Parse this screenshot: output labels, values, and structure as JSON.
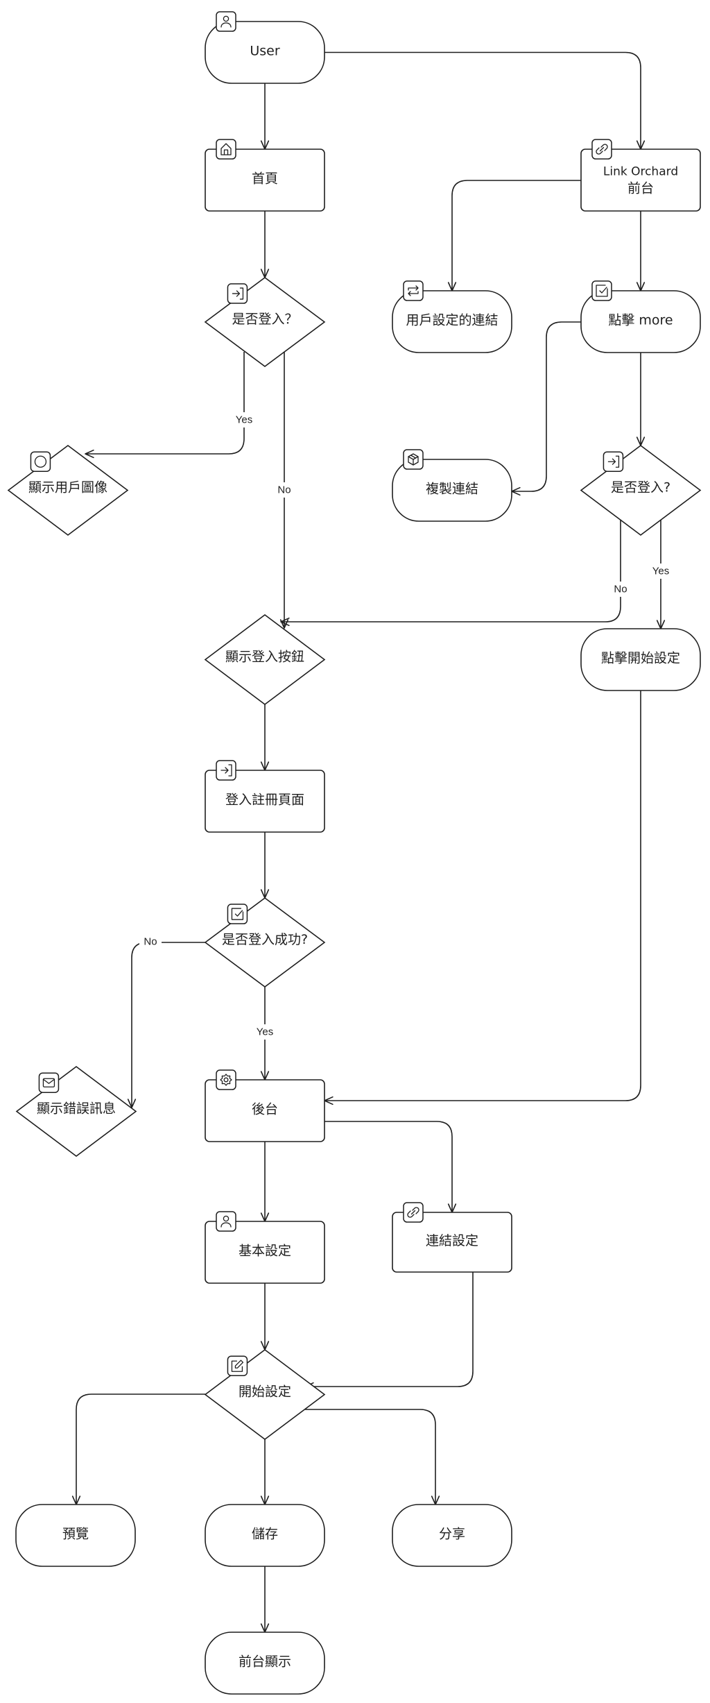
{
  "diagram": {
    "type": "flowchart",
    "nodes": [
      {
        "id": "user",
        "label": "User",
        "shape": "pill",
        "icon": "user-icon"
      },
      {
        "id": "home",
        "label": "首頁",
        "shape": "rect",
        "icon": "home-icon"
      },
      {
        "id": "login_check_1",
        "label": "是否登入？",
        "shape": "diamond",
        "icon": "login-icon"
      },
      {
        "id": "show_avatar",
        "label": "顯示用戶圖像",
        "shape": "diamond",
        "icon": "circle-icon"
      },
      {
        "id": "show_login_button",
        "label": "顯示登入按鈕",
        "shape": "diamond",
        "icon": ""
      },
      {
        "id": "login_register_page",
        "label": "登入註冊頁面",
        "shape": "rect",
        "icon": "login-icon"
      },
      {
        "id": "login_success_check",
        "label": "是否登入成功?",
        "shape": "diamond",
        "icon": "checkbox-icon"
      },
      {
        "id": "show_error",
        "label": "顯示錯誤訊息",
        "shape": "diamond",
        "icon": "mail-icon"
      },
      {
        "id": "backend",
        "label": "後台",
        "shape": "rect",
        "icon": "gear-icon"
      },
      {
        "id": "basic_settings",
        "label": "基本設定",
        "shape": "rect",
        "icon": "user-icon"
      },
      {
        "id": "link_settings",
        "label": "連結設定",
        "shape": "rect",
        "icon": "link-icon"
      },
      {
        "id": "start_settings",
        "label": "開始設定",
        "shape": "diamond",
        "icon": "edit-icon"
      },
      {
        "id": "preview",
        "label": "預覽",
        "shape": "pill",
        "icon": ""
      },
      {
        "id": "save",
        "label": "儲存",
        "shape": "pill",
        "icon": ""
      },
      {
        "id": "share",
        "label": "分享",
        "shape": "pill",
        "icon": ""
      },
      {
        "id": "frontend_display",
        "label": "前台顯示",
        "shape": "pill",
        "icon": ""
      },
      {
        "id": "link_orchard_frontend",
        "label_lines": [
          "Link Orchard",
          "前台"
        ],
        "shape": "rect",
        "icon": "link-icon"
      },
      {
        "id": "user_links",
        "label": "用戶設定的連結",
        "shape": "pill",
        "icon": "repeat-icon"
      },
      {
        "id": "click_more",
        "label": "點擊 more",
        "shape": "pill",
        "icon": "checkbox-icon"
      },
      {
        "id": "copy_link",
        "label": "複製連結",
        "shape": "pill",
        "icon": "box-icon"
      },
      {
        "id": "login_check_2",
        "label": "是否登入?",
        "shape": "diamond",
        "icon": "login-icon"
      },
      {
        "id": "click_start_settings",
        "label": "點擊開始設定",
        "shape": "pill",
        "icon": ""
      }
    ],
    "edges": [
      {
        "from": "user",
        "to": "home",
        "label": ""
      },
      {
        "from": "user",
        "to": "link_orchard_frontend",
        "label": ""
      },
      {
        "from": "home",
        "to": "login_check_1",
        "label": ""
      },
      {
        "from": "login_check_1",
        "to": "show_avatar",
        "label": "Yes"
      },
      {
        "from": "login_check_1",
        "to": "show_login_button",
        "label": "No"
      },
      {
        "from": "link_orchard_frontend",
        "to": "user_links",
        "label": ""
      },
      {
        "from": "link_orchard_frontend",
        "to": "click_more",
        "label": ""
      },
      {
        "from": "click_more",
        "to": "copy_link",
        "label": ""
      },
      {
        "from": "click_more",
        "to": "login_check_2",
        "label": ""
      },
      {
        "from": "login_check_2",
        "to": "show_login_button",
        "label": "No"
      },
      {
        "from": "login_check_2",
        "to": "click_start_settings",
        "label": "Yes"
      },
      {
        "from": "show_login_button",
        "to": "login_register_page",
        "label": ""
      },
      {
        "from": "login_register_page",
        "to": "login_success_check",
        "label": ""
      },
      {
        "from": "login_success_check",
        "to": "show_error",
        "label": "No"
      },
      {
        "from": "login_success_check",
        "to": "backend",
        "label": "Yes"
      },
      {
        "from": "click_start_settings",
        "to": "backend",
        "label": ""
      },
      {
        "from": "backend",
        "to": "basic_settings",
        "label": ""
      },
      {
        "from": "backend",
        "to": "link_settings",
        "label": ""
      },
      {
        "from": "basic_settings",
        "to": "start_settings",
        "label": ""
      },
      {
        "from": "link_settings",
        "to": "start_settings",
        "label": ""
      },
      {
        "from": "start_settings",
        "to": "preview",
        "label": ""
      },
      {
        "from": "start_settings",
        "to": "save",
        "label": ""
      },
      {
        "from": "start_settings",
        "to": "share",
        "label": ""
      },
      {
        "from": "save",
        "to": "frontend_display",
        "label": ""
      }
    ]
  },
  "colors": {
    "stroke": "#1e1e1e",
    "background": "#ffffff"
  }
}
